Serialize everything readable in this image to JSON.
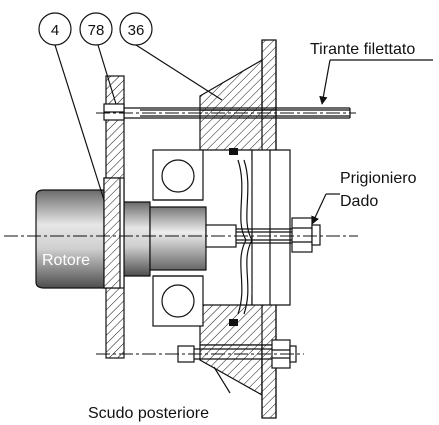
{
  "callouts": [
    {
      "id": "c4",
      "number": "4"
    },
    {
      "id": "c78",
      "number": "78"
    },
    {
      "id": "c36",
      "number": "36"
    }
  ],
  "labels": {
    "tie_rod": "Tirante filettato",
    "stud": "Prigioniero",
    "nut": "Dado",
    "rotor": "Rotore",
    "rear_shield": "Scudo posteriore"
  },
  "colors": {
    "line": "#111111",
    "rotor_dark": "#555555",
    "rotor_light": "#e8e8e8"
  }
}
